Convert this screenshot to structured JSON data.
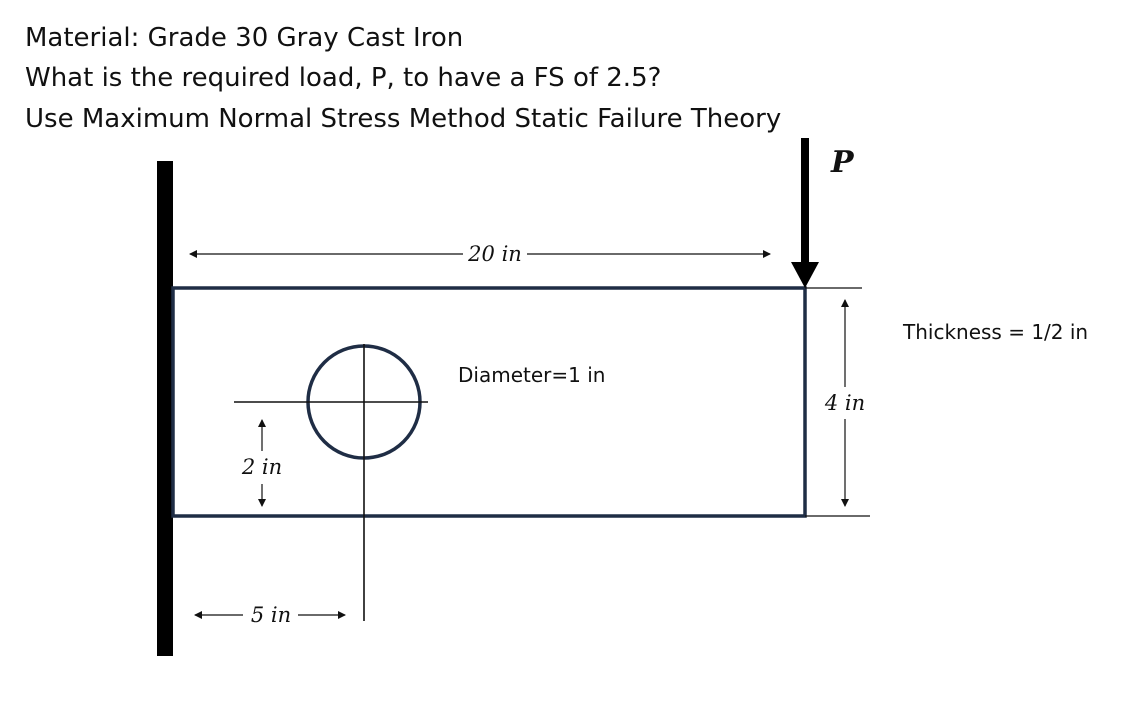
{
  "problem": {
    "material_line": "Material: Grade 30 Gray Cast Iron",
    "question_line": "What is the required load, P, to have a FS of 2.5?",
    "method_line": "Use Maximum Normal Stress Method Static Failure Theory"
  },
  "diagram": {
    "load_label": "P",
    "length_label": "20 in",
    "height_label": "4 in",
    "hole_offset_label": "5 in",
    "hole_height_label": "2 in",
    "diameter_label": "Diameter=1 in",
    "thickness_label": "Thickness = 1/2 in",
    "colors": {
      "plate_outline": "#1f2d45",
      "wall": "#000000",
      "lines": "#111111"
    }
  }
}
